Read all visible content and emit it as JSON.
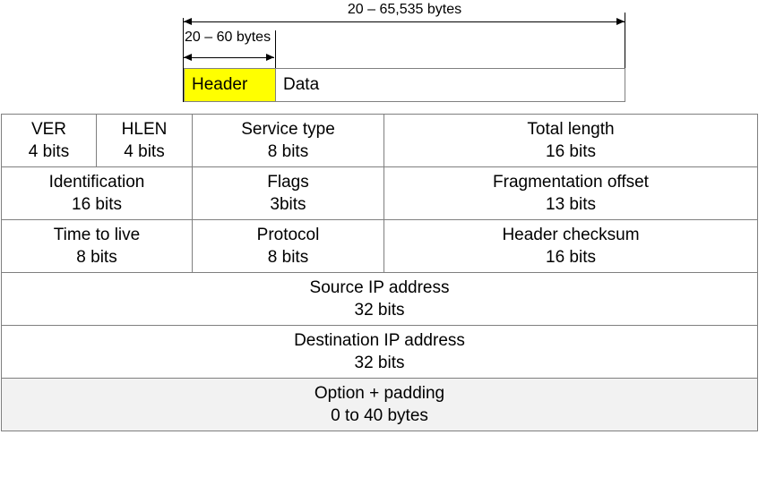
{
  "overview": {
    "total_span_label": "20 – 65,535 bytes",
    "header_span_label": "20 – 60 bytes",
    "header_cell_label": "Header",
    "data_cell_label": "Data",
    "header_cell_color": "#ffff00",
    "box_border_color": "#808080"
  },
  "header_table": {
    "options_row_color": "#f2f2f2",
    "border_color": "#7f7f7f",
    "rows": [
      {
        "cells": [
          {
            "name": "VER",
            "size": "4 bits"
          },
          {
            "name": "HLEN",
            "size": "4 bits"
          },
          {
            "name": "Service type",
            "size": "8 bits"
          },
          {
            "name": "Total length",
            "size": "16 bits"
          }
        ]
      },
      {
        "cells": [
          {
            "name": "Identification",
            "size": "16 bits"
          },
          {
            "name": "Flags",
            "size": "3bits"
          },
          {
            "name": "Fragmentation offset",
            "size": "13 bits"
          }
        ]
      },
      {
        "cells": [
          {
            "name": "Time to live",
            "size": "8 bits"
          },
          {
            "name": "Protocol",
            "size": "8 bits"
          },
          {
            "name": "Header checksum",
            "size": "16 bits"
          }
        ]
      },
      {
        "cells": [
          {
            "name": "Source IP address",
            "size": "32 bits"
          }
        ]
      },
      {
        "cells": [
          {
            "name": "Destination IP address",
            "size": "32 bits"
          }
        ]
      },
      {
        "cells": [
          {
            "name": "Option + padding",
            "size": "0 to 40 bytes"
          }
        ]
      }
    ]
  }
}
